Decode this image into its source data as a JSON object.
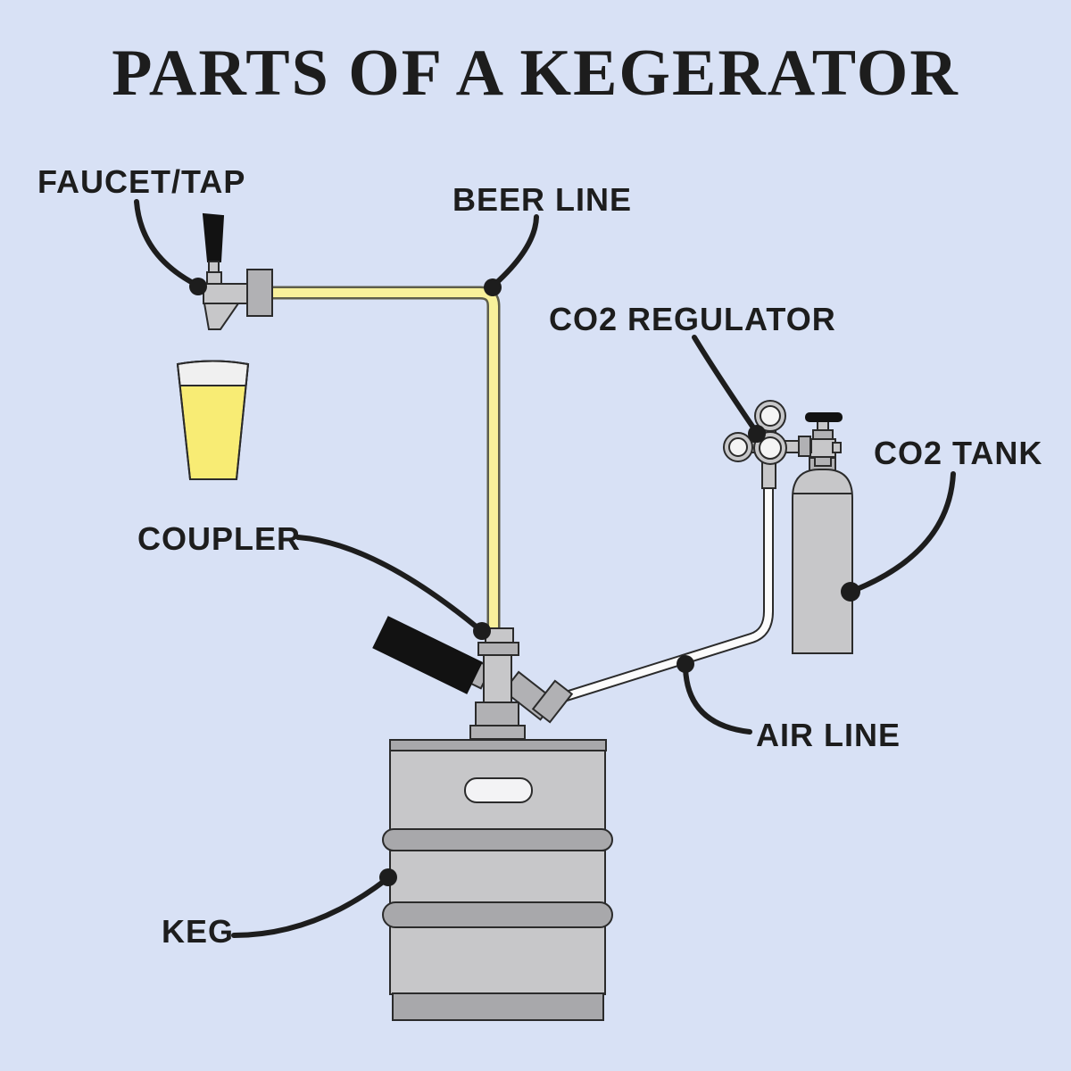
{
  "title": "PARTS OF A KEGERATOR",
  "labels": {
    "faucet": "FAUCET/TAP",
    "beer_line": "BEER LINE",
    "co2_regulator": "CO2 REGULATOR",
    "co2_tank": "CO2 TANK",
    "coupler": "COUPLER",
    "air_line": "AIR LINE",
    "keg": "KEG"
  },
  "diagram_parts": [
    "faucet-tap",
    "beer-line",
    "co2-regulator",
    "co2-tank",
    "coupler",
    "air-line",
    "keg",
    "beer-glass"
  ],
  "colors": {
    "background": "#d8e1f5",
    "text": "#1d1d1d",
    "outline": "#2b2b2b",
    "metal_light": "#c7c7c9",
    "metal_mid": "#b1b1b4",
    "metal_dark": "#a8a8ab",
    "black_part": "#121212",
    "line_yellow": "#f8f19b",
    "line_yellow_edge": "#5e5e4c",
    "beer_yellow": "#f8ec74",
    "foam_white": "#f0f0f0",
    "tube_white": "#fcfcfc",
    "gauge_white": "#f4f4f4",
    "slot_white": "#f3f3f5"
  }
}
